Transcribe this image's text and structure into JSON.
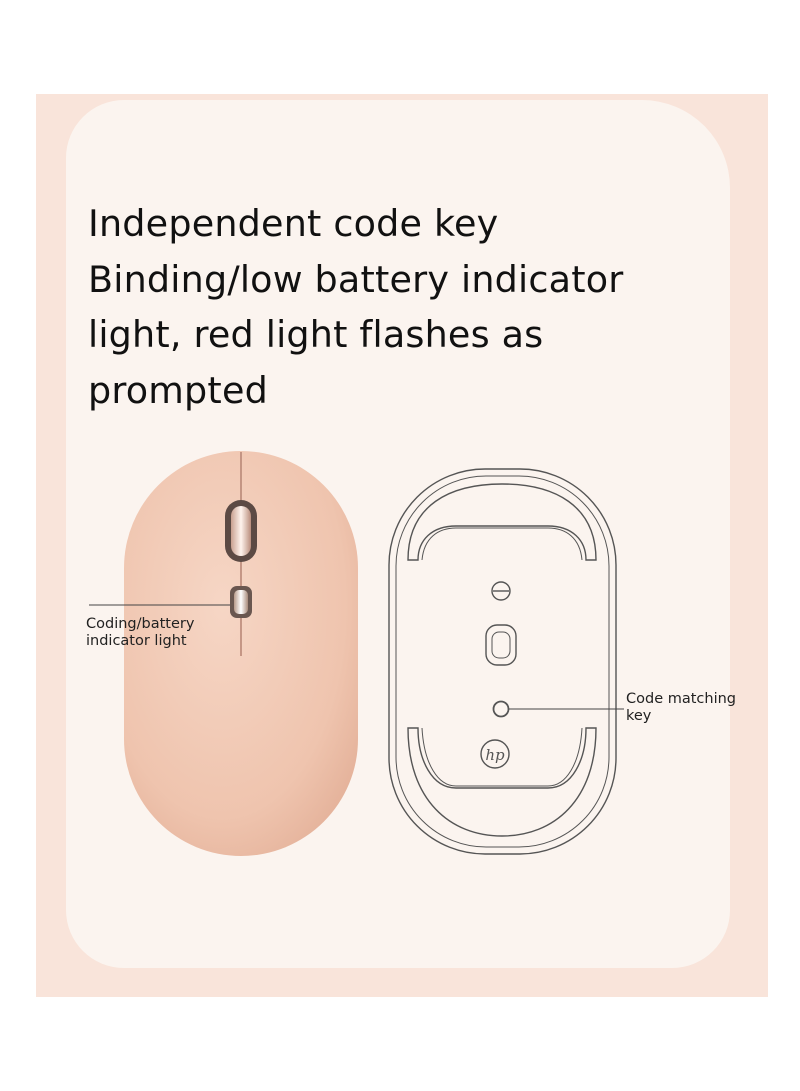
{
  "headline": {
    "lines": [
      "Independent code key",
      "Binding/low battery indicator",
      "light, red light flashes as",
      "prompted"
    ]
  },
  "callouts": {
    "indicator_light": [
      "Coding/battery",
      "indicator light"
    ],
    "code_key": [
      "Code matching",
      "key"
    ]
  },
  "logo": {
    "brand": "hp"
  },
  "colors": {
    "outer_panel": "#f9e4da",
    "inner_panel": "#fbf4ef",
    "mouse_body": "#f0c7b2",
    "outline": "#555555"
  }
}
